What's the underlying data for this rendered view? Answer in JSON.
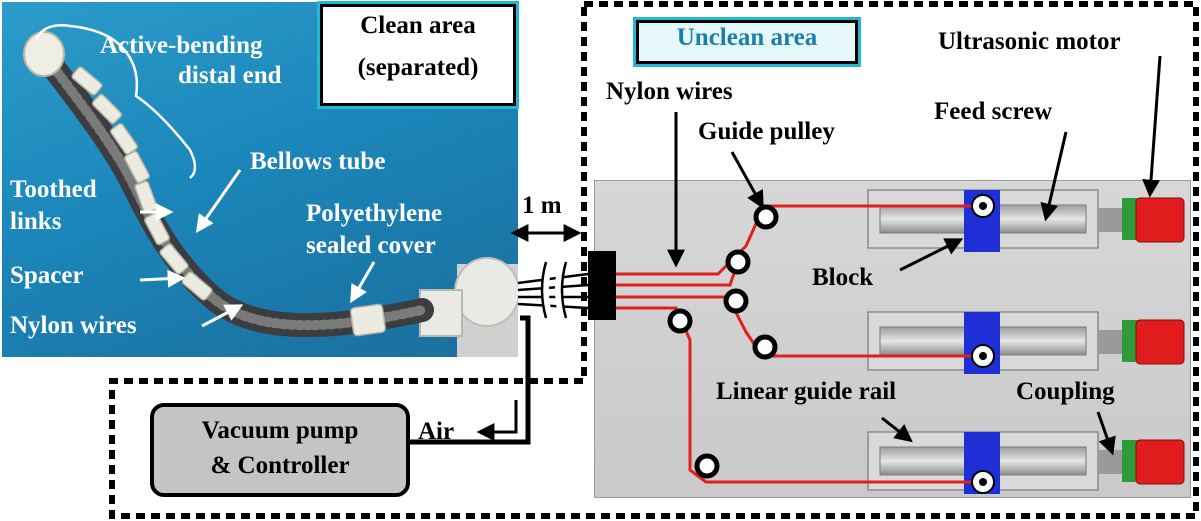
{
  "photo": {
    "labels": {
      "active_bending_line1": "Active-bending",
      "active_bending_line2": "distal end",
      "toothed_links_line1": "Toothed",
      "toothed_links_line2": "links",
      "bellows_tube": "Bellows tube",
      "polyethylene_line1": "Polyethylene",
      "polyethylene_line2": "sealed cover",
      "spacer": "Spacer",
      "nylon_wires": "Nylon wires"
    }
  },
  "areas": {
    "clean_line1": "Clean area",
    "clean_line2": "(separated)",
    "unclean": "Unclean area"
  },
  "cable": {
    "length": "1 m"
  },
  "controller": {
    "line1": "Vacuum pump",
    "line2": "& Controller",
    "air": "Air"
  },
  "mechanism": {
    "labels": {
      "nylon_wires": "Nylon wires",
      "guide_pulley": "Guide pulley",
      "feed_screw": "Feed screw",
      "ultrasonic_motor": "Ultrasonic motor",
      "block": "Block",
      "linear_guide_rail": "Linear guide rail",
      "coupling": "Coupling"
    }
  },
  "colors": {
    "background_photo": "#1b86ba",
    "area_highlight": "#23b7d6",
    "wire": "#e0201c",
    "block": "#1f2fd6",
    "motor": "#e01c1c",
    "coupling_gear": "#2f9a3a",
    "chassis": "#cfcfcf",
    "controller_box": "#c4c4c4"
  }
}
